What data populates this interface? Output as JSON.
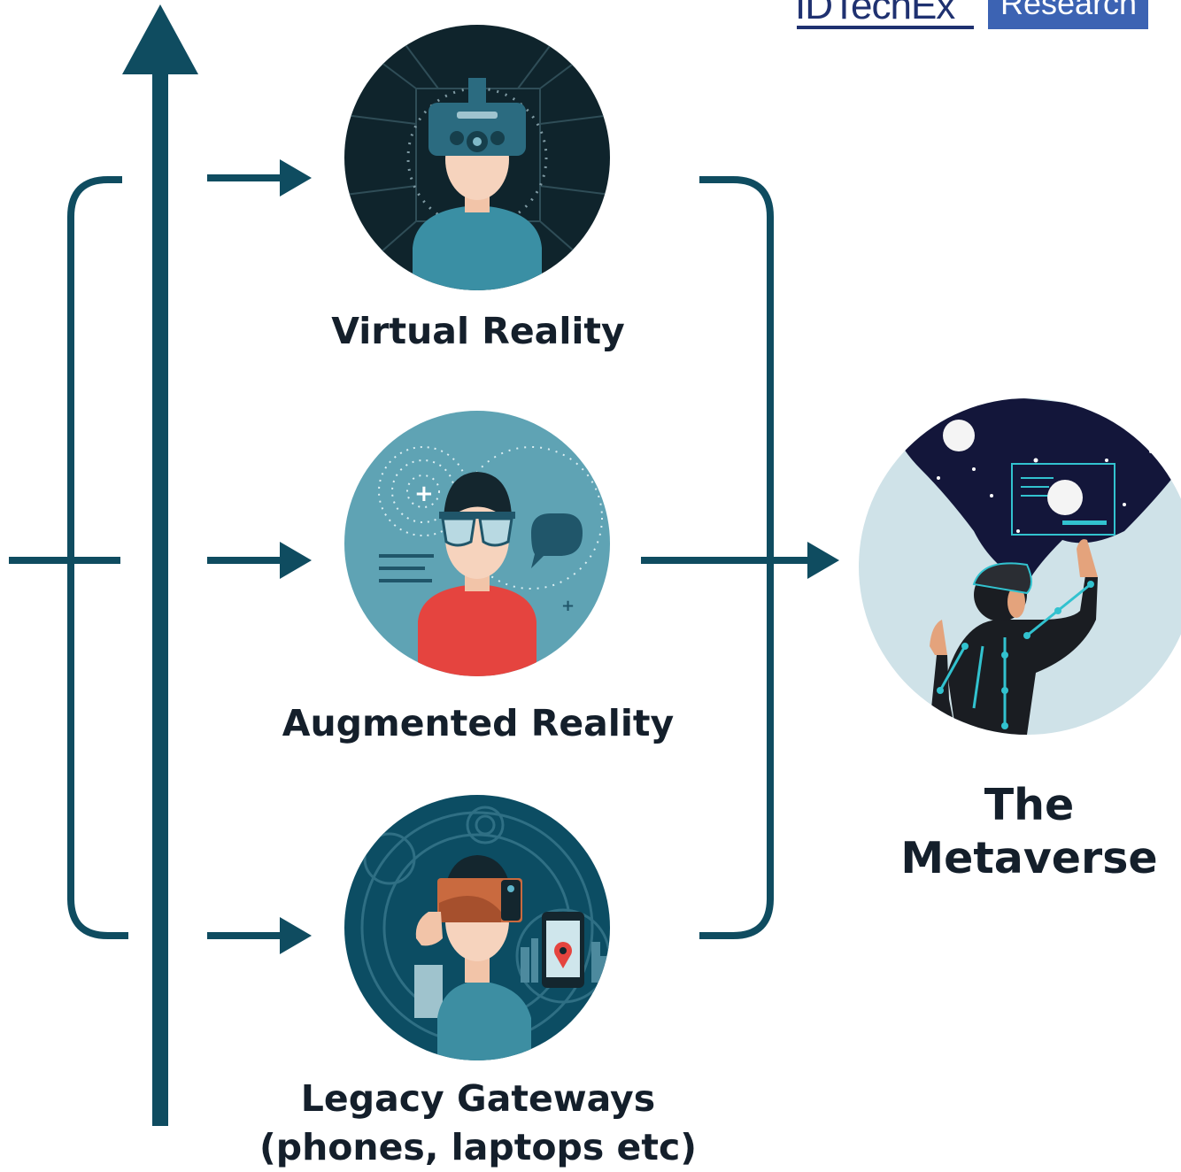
{
  "logo": {
    "brand": "IDTechEx",
    "tag": "Research"
  },
  "nodes": {
    "vr": {
      "label": "Virtual Reality"
    },
    "ar": {
      "label": "Augmented Reality"
    },
    "legacy": {
      "line1": "Legacy Gateways",
      "line2": "(phones, laptops etc)"
    },
    "metaverse": {
      "line1": "The",
      "line2": "Metaverse"
    }
  },
  "colors": {
    "arrow": "#0f4c60",
    "vr_bg": "#0f242c",
    "ar_bg": "#5fa3b4",
    "legacy_bg": "#0c4d63",
    "metaverse_bg": "#cfe2e8",
    "text": "#141f2b",
    "logo_blue": "#1f3170",
    "logo_box": "#3c63b3"
  }
}
